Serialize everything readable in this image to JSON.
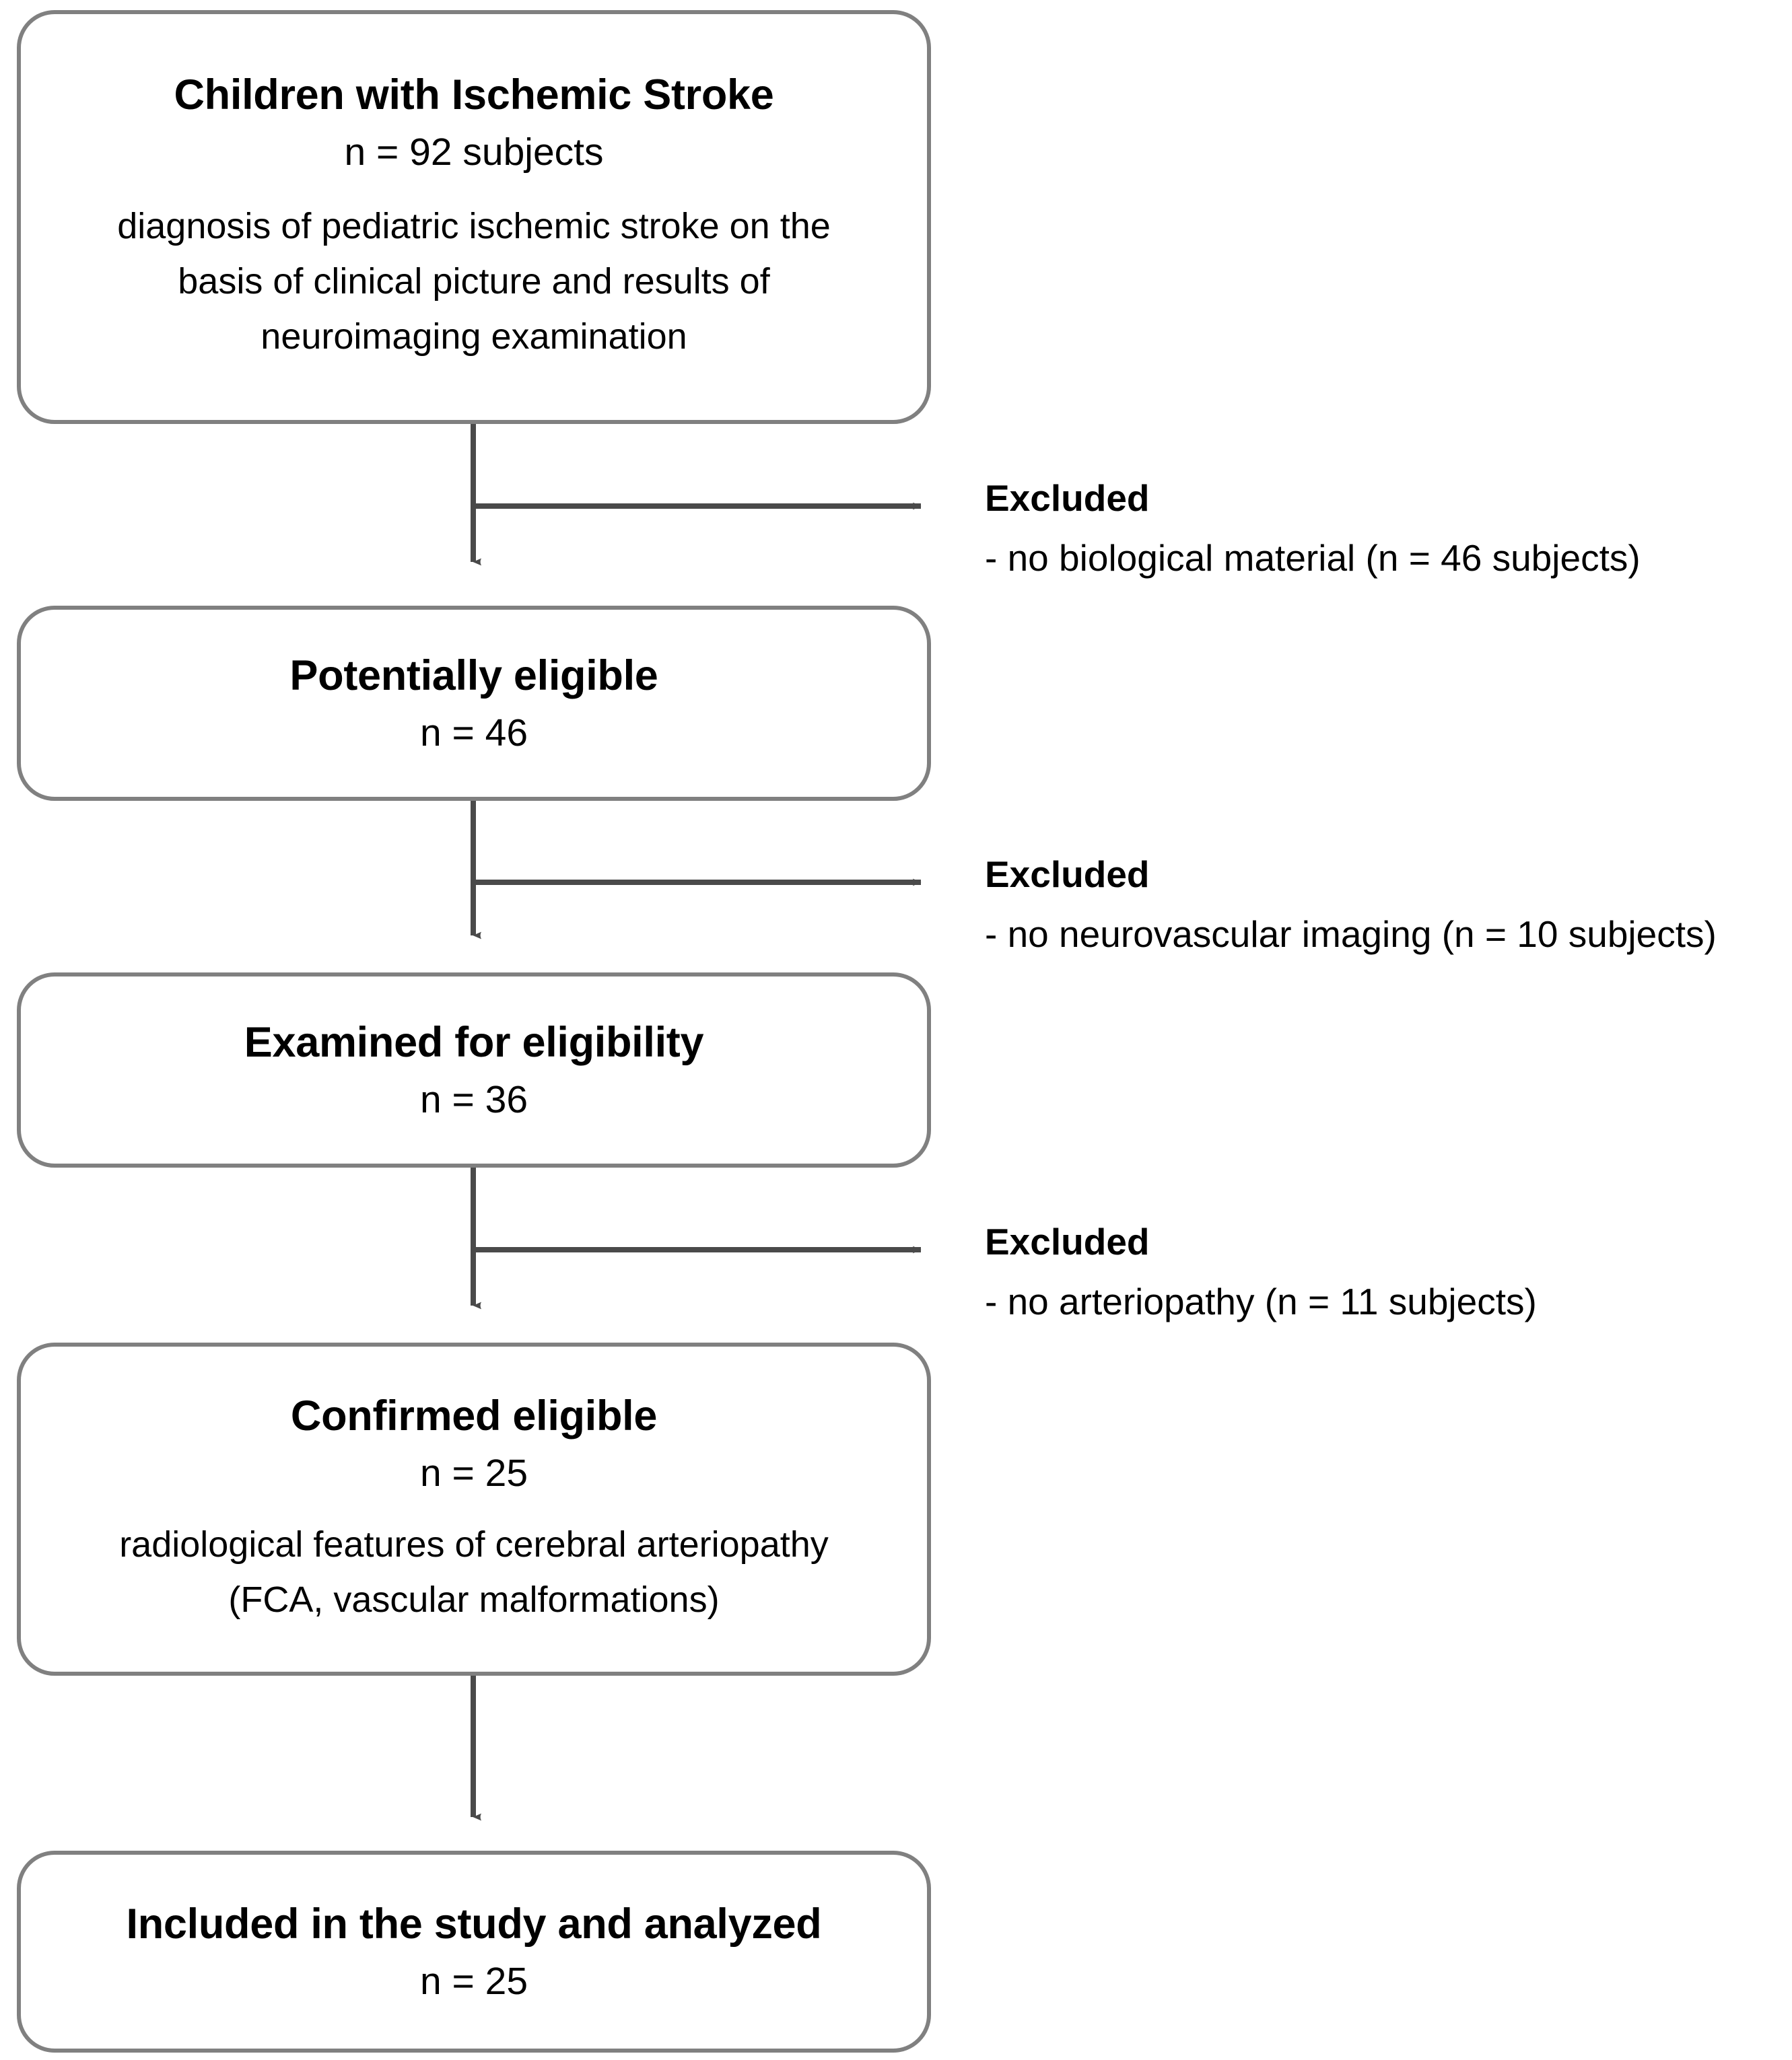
{
  "diagram": {
    "type": "study-flow-chart",
    "colors": {
      "box_border": "#808080",
      "connector": "#4a4a4a",
      "text": "#000000",
      "background": "#ffffff"
    },
    "boxes": [
      {
        "id": "children-with-ischemic-stroke",
        "title": "Children with Ischemic Stroke",
        "count": "n = 92 subjects",
        "description": [
          "diagnosis of pediatric ischemic stroke on the",
          "basis of clinical picture and results of",
          "neuroimaging examination"
        ]
      },
      {
        "id": "potentially-eligible",
        "title": "Potentially eligible",
        "count": "n = 46",
        "description": []
      },
      {
        "id": "examined-for-eligibility",
        "title": "Examined for eligibility",
        "count": "n = 36",
        "description": []
      },
      {
        "id": "confirmed-eligible",
        "title": "Confirmed eligible",
        "count": "n = 25",
        "description": [
          "radiological features of cerebral arteriopathy",
          "(FCA, vascular malformations)"
        ]
      },
      {
        "id": "included-in-the-study",
        "title": "Included in the study and analyzed",
        "count": "n = 25",
        "description": []
      }
    ],
    "exclusions": [
      {
        "id": "excluded-no-biological-material",
        "title": "Excluded",
        "reason": "- no biological material  (n = 46 subjects)"
      },
      {
        "id": "excluded-no-neurovascular-imaging",
        "title": "Excluded",
        "reason": "- no neurovascular imaging (n = 10 subjects)"
      },
      {
        "id": "excluded-no-arteriopathy",
        "title": "Excluded",
        "reason": "- no arteriopathy (n = 11 subjects)"
      }
    ]
  }
}
